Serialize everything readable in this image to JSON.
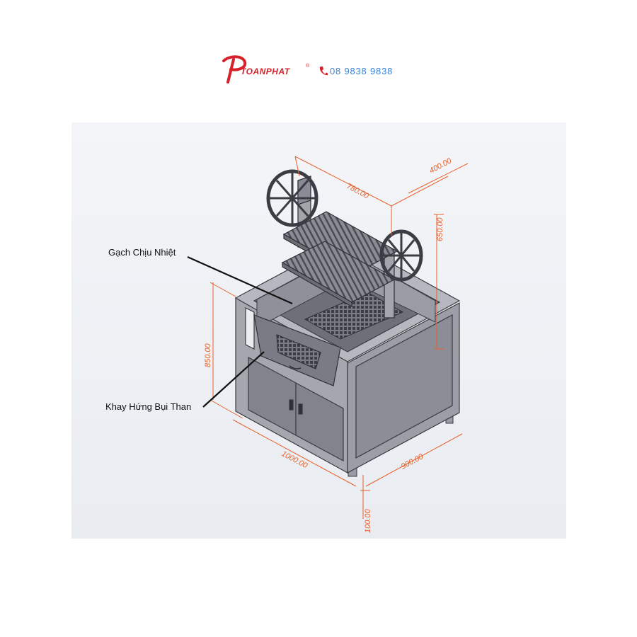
{
  "brand": {
    "name": "TOANPHAT",
    "registered": "®",
    "phone": "08 9838 9838",
    "accent_color": "#d6202a",
    "phone_color": "#3a82d8",
    "icons": [
      "logo-mark-icon",
      "phone-icon"
    ]
  },
  "diagram": {
    "labels": {
      "firebrick": "Gạch Chịu Nhiệt",
      "ash_tray": "Khay Hứng Bụi Than"
    },
    "dimensions": {
      "grill_width": "780.00",
      "grill_depth": "400.00",
      "grill_height": "650.00",
      "body_height": "850.00",
      "body_width": "1000.00",
      "body_depth": "900.00",
      "leg_height": "100.00"
    },
    "dimension_color": "#e8602a"
  }
}
